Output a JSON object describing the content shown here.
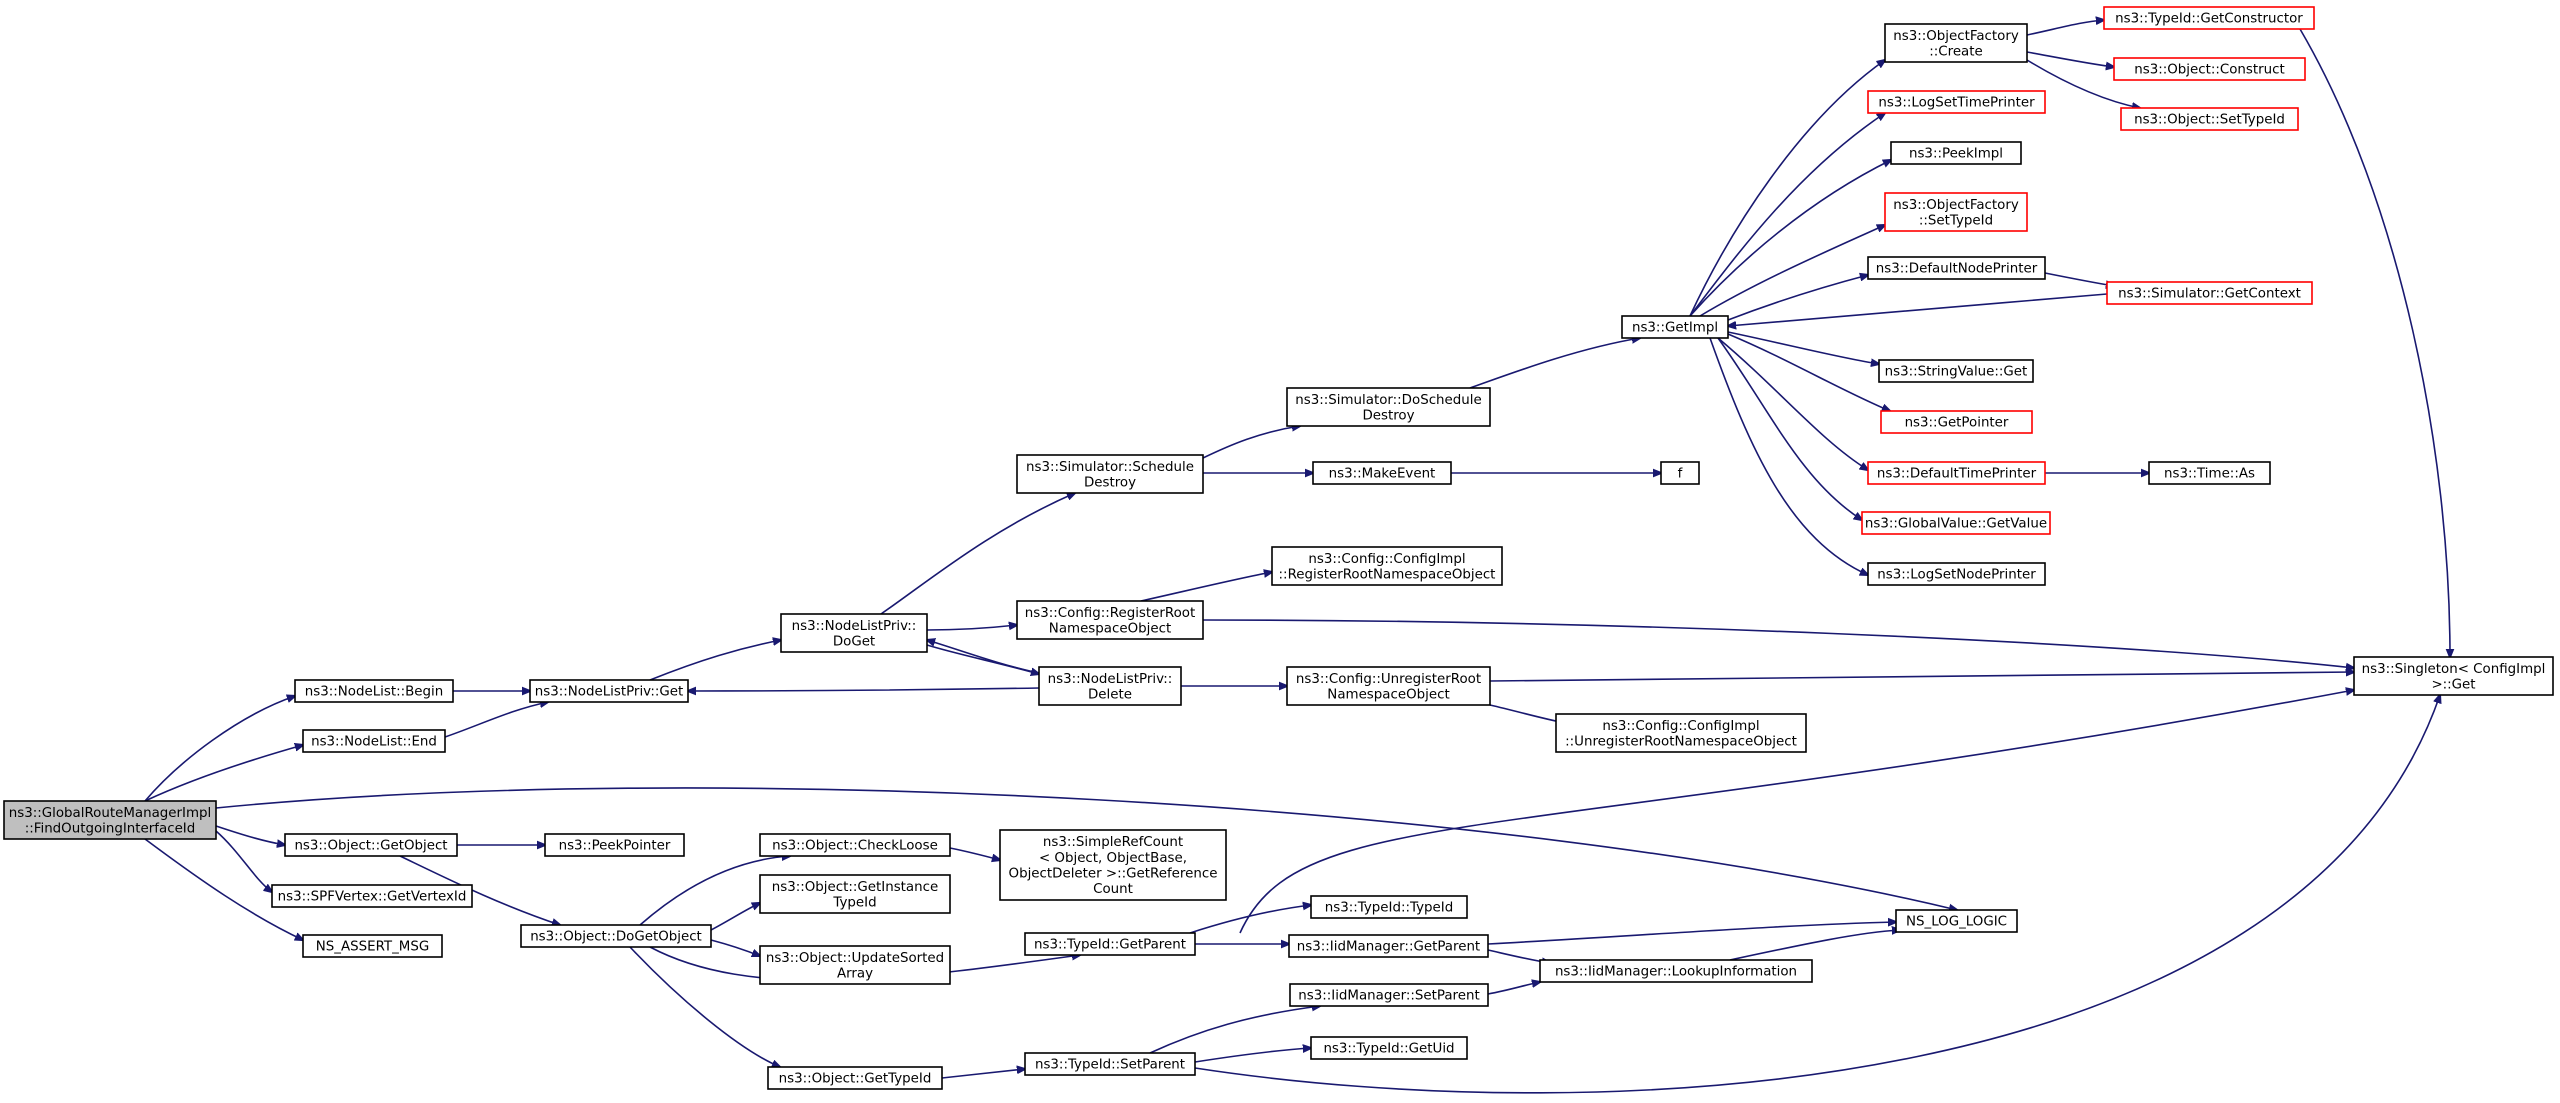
{
  "diagram": {
    "kind": "call-graph",
    "colors": {
      "edge": "#191970",
      "box": "#000000",
      "box_with_more": "#ff0000",
      "root_fill": "#bfbfbf"
    },
    "nodes": [
      {
        "id": "n0",
        "lines": [
          "ns3::GlobalRouteManagerImpl",
          "::FindOutgoingInterfaceId"
        ],
        "root": true
      },
      {
        "id": "n1",
        "lines": [
          "ns3::NodeList::Begin"
        ]
      },
      {
        "id": "n2",
        "lines": [
          "ns3::NodeListPriv::Get"
        ]
      },
      {
        "id": "n3",
        "lines": [
          "ns3::NodeListPriv::",
          "DoGet"
        ]
      },
      {
        "id": "n4",
        "lines": [
          "ns3::Config::RegisterRoot",
          "NamespaceObject"
        ]
      },
      {
        "id": "n5",
        "lines": [
          "ns3::Config::ConfigImpl",
          "::RegisterRootNamespaceObject"
        ]
      },
      {
        "id": "n6",
        "lines": [
          "ns3::Singleton< ConfigImpl",
          " >::Get"
        ]
      },
      {
        "id": "n7",
        "lines": [
          "ns3::NodeListPriv::",
          "Delete"
        ]
      },
      {
        "id": "n8",
        "lines": [
          "ns3::Config::UnregisterRoot",
          "NamespaceObject"
        ]
      },
      {
        "id": "n9",
        "lines": [
          "ns3::Config::ConfigImpl",
          "::UnregisterRootNamespaceObject"
        ]
      },
      {
        "id": "n10",
        "lines": [
          "ns3::Simulator::Schedule",
          "Destroy"
        ]
      },
      {
        "id": "n11",
        "lines": [
          "ns3::MakeEvent"
        ]
      },
      {
        "id": "n12",
        "lines": [
          "f"
        ]
      },
      {
        "id": "n13",
        "lines": [
          "ns3::Simulator::DoSchedule",
          "Destroy"
        ]
      },
      {
        "id": "n14",
        "lines": [
          "ns3::GetImpl"
        ]
      },
      {
        "id": "n15",
        "lines": [
          "ns3::DefaultNodePrinter"
        ]
      },
      {
        "id": "n16",
        "lines": [
          "ns3::Simulator::GetContext"
        ],
        "red": true
      },
      {
        "id": "n17",
        "lines": [
          "ns3::DefaultTimePrinter"
        ],
        "red": true
      },
      {
        "id": "n18",
        "lines": [
          "ns3::Time::As"
        ]
      },
      {
        "id": "n19",
        "lines": [
          "ns3::GetPointer"
        ],
        "red": true
      },
      {
        "id": "n20",
        "lines": [
          "ns3::GlobalValue::GetValue"
        ],
        "red": true
      },
      {
        "id": "n21",
        "lines": [
          "ns3::LogSetNodePrinter"
        ]
      },
      {
        "id": "n22",
        "lines": [
          "ns3::LogSetTimePrinter"
        ],
        "red": true
      },
      {
        "id": "n23",
        "lines": [
          "ns3::ObjectFactory",
          "::Create"
        ]
      },
      {
        "id": "n24",
        "lines": [
          "ns3::Object::Construct"
        ],
        "red": true
      },
      {
        "id": "n25",
        "lines": [
          "ns3::Object::SetTypeId"
        ],
        "red": true
      },
      {
        "id": "n26",
        "lines": [
          "ns3::TypeId::GetConstructor"
        ],
        "red": true
      },
      {
        "id": "n27",
        "lines": [
          "ns3::ObjectFactory",
          "::SetTypeId"
        ],
        "red": true
      },
      {
        "id": "n28",
        "lines": [
          "ns3::PeekImpl"
        ]
      },
      {
        "id": "n29",
        "lines": [
          "ns3::StringValue::Get"
        ]
      },
      {
        "id": "n30",
        "lines": [
          "ns3::NodeList::End"
        ]
      },
      {
        "id": "n31",
        "lines": [
          "NS_LOG_LOGIC"
        ]
      },
      {
        "id": "n32",
        "lines": [
          "ns3::Object::GetObject"
        ]
      },
      {
        "id": "n33",
        "lines": [
          "ns3::Object::DoGetObject"
        ]
      },
      {
        "id": "n34",
        "lines": [
          "ns3::Object::CheckLoose"
        ]
      },
      {
        "id": "n35",
        "lines": [
          "ns3::SimpleRefCount",
          "< Object, ObjectBase,",
          " ObjectDeleter >::GetReference",
          "Count"
        ]
      },
      {
        "id": "n36",
        "lines": [
          "ns3::Object::GetInstance",
          "TypeId"
        ]
      },
      {
        "id": "n37",
        "lines": [
          "ns3::Object::GetTypeId"
        ]
      },
      {
        "id": "n38",
        "lines": [
          "ns3::TypeId::SetParent"
        ]
      },
      {
        "id": "n39",
        "lines": [
          "ns3::IidManager::SetParent"
        ]
      },
      {
        "id": "n40",
        "lines": [
          "ns3::IidManager::LookupInformation"
        ]
      },
      {
        "id": "n41",
        "lines": [
          "ns3::TypeId::GetUid"
        ]
      },
      {
        "id": "n42",
        "lines": [
          "ns3::Object::UpdateSorted",
          "Array"
        ]
      },
      {
        "id": "n43",
        "lines": [
          "ns3::TypeId::GetParent"
        ]
      },
      {
        "id": "n44",
        "lines": [
          "ns3::IidManager::GetParent"
        ]
      },
      {
        "id": "n45",
        "lines": [
          "ns3::TypeId::TypeId"
        ]
      },
      {
        "id": "n46",
        "lines": [
          "ns3::PeekPointer"
        ]
      },
      {
        "id": "n47",
        "lines": [
          "ns3::SPFVertex::GetVertexId"
        ]
      },
      {
        "id": "n48",
        "lines": [
          "NS_ASSERT_MSG"
        ]
      }
    ]
  }
}
